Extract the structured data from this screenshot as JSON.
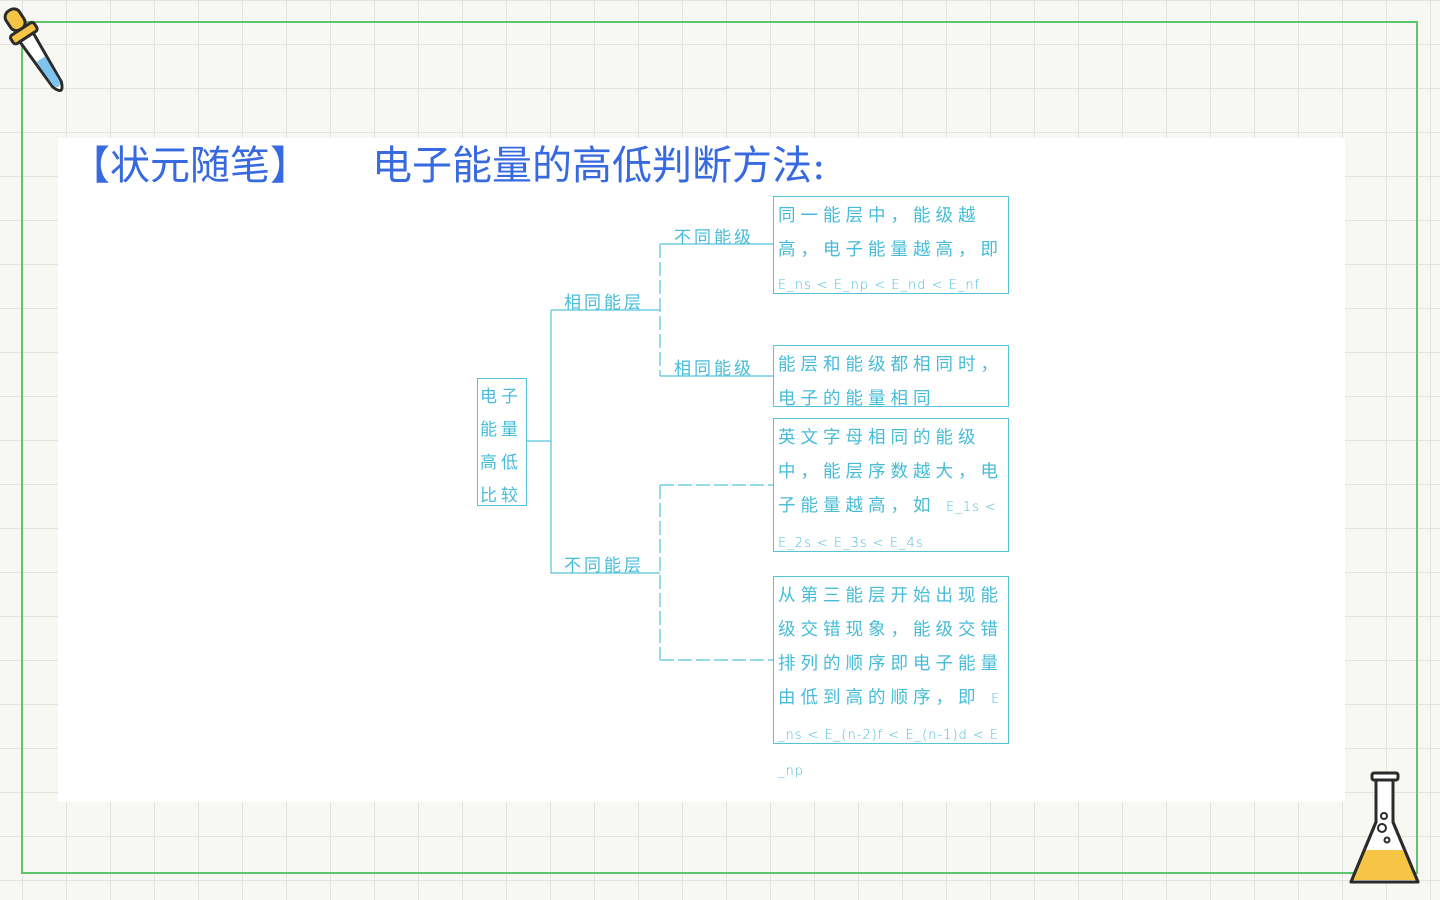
{
  "colors": {
    "frame": "#5fc46e",
    "title": "#3769e0",
    "handwriting": "#46bcd8",
    "card": "#ffffff"
  },
  "decorations": {
    "top_left": "pipette-icon",
    "bottom_right": "flask-icon"
  },
  "title": {
    "bracket_text": "【状元随笔】",
    "heading": "电子能量的高低判断方法:"
  },
  "diagram": {
    "root": "电子能量高低比较",
    "branches": {
      "same_shell": {
        "label": "相同能层",
        "different_subshell": {
          "label": "不同能级",
          "text": "同一能层中，能级越高，电子能量越高，即",
          "formula": "E_ns < E_np < E_nd < E_nf"
        },
        "same_subshell": {
          "label": "相同能级",
          "text": "能层和能级都相同时，电子的能量相同"
        }
      },
      "different_shell": {
        "label": "不同能层",
        "same_letter": {
          "text": "英文字母相同的能级中，能层序数越大，电子能量越高，如",
          "formula": "E_1s < E_2s < E_3s < E_4s"
        },
        "crossing": {
          "text": "从第三能层开始出现能级交错现象，能级交错排列的顺序即电子能量由低到高的顺序，即",
          "formula": "E_ns < E_(n-2)f < E_(n-1)d < E_np"
        }
      }
    }
  }
}
